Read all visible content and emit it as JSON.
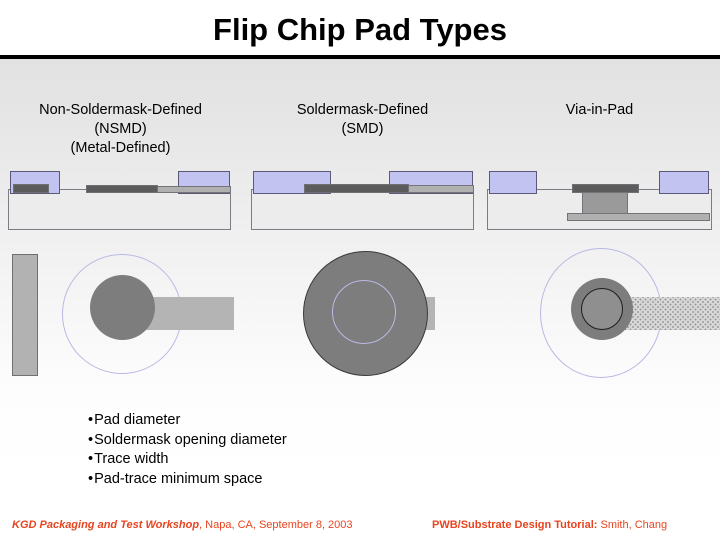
{
  "slide": {
    "title": "Flip Chip Pad Types"
  },
  "columns": [
    {
      "id": "nsmd",
      "line1": "Non-Soldermask-Defined",
      "line2": "(NSMD)",
      "line3": "(Metal-Defined)"
    },
    {
      "id": "smd",
      "line1": "Soldermask-Defined",
      "line2": "(SMD)",
      "line3": ""
    },
    {
      "id": "vip",
      "line1": "Via-in-Pad",
      "line2": "",
      "line3": ""
    }
  ],
  "bullets": [
    {
      "marker": "•",
      "text": "Pad diameter"
    },
    {
      "marker": "•",
      "text": "Soldermask opening diameter"
    },
    {
      "marker": "•",
      "text": "Trace width"
    },
    {
      "marker": "•",
      "text": "Pad-trace minimum space"
    }
  ],
  "footer": {
    "left_strong": "KGD Packaging and Test Workshop",
    "left_rest": ", Napa, CA, September 8, 2003",
    "right_strong": "PWB/Substrate Design Tutorial:",
    "right_rest": " Smith, Chang"
  },
  "colors": {
    "title_rule": "#000000",
    "soldermask": "#c3c3f2",
    "metal_dark": "#5c5c5c",
    "metal_mid": "#9a9a9a",
    "metal_light": "#b0b0b0",
    "pad_plan": "#7d7d7d",
    "mask_ring_outline": "#b9b9e4",
    "substrate_fill": "#ececec",
    "footer_text": "#e8441f",
    "background_top": "#e0e0e0",
    "background_bottom": "#ffffff"
  }
}
